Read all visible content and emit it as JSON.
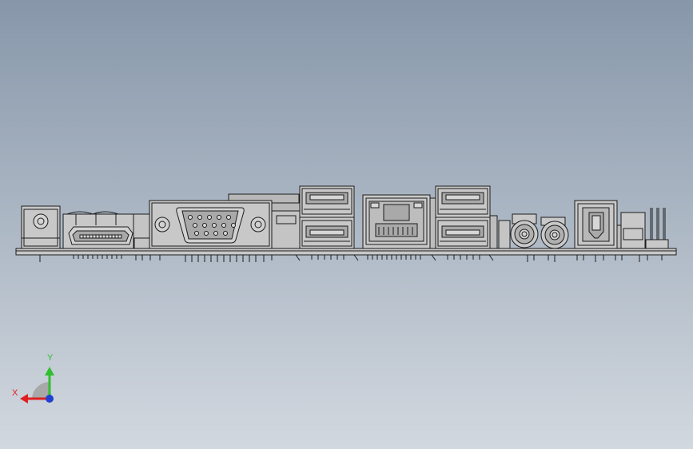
{
  "scene": {
    "view": "front",
    "background_top": "#8797aa",
    "background_bottom": "#d2d8df",
    "line_color": "#1c1c1c",
    "part_fill": "#c8c8c8",
    "port_fill": "#a9a9a9"
  },
  "board": {
    "components": [
      {
        "name": "dc-power-jack"
      },
      {
        "name": "hdmi-port"
      },
      {
        "name": "vga-port"
      },
      {
        "name": "usb-stack-left"
      },
      {
        "name": "rj45-ethernet-port"
      },
      {
        "name": "usb-stack-right"
      },
      {
        "name": "audio-jack-left"
      },
      {
        "name": "audio-jack-right"
      },
      {
        "name": "optical-spdif-port"
      },
      {
        "name": "pin-header"
      }
    ]
  },
  "triad": {
    "y_label": "Y",
    "x_label": "X",
    "y_color": "#2fbf2f",
    "x_color": "#e02020",
    "z_color": "#2040d0"
  }
}
